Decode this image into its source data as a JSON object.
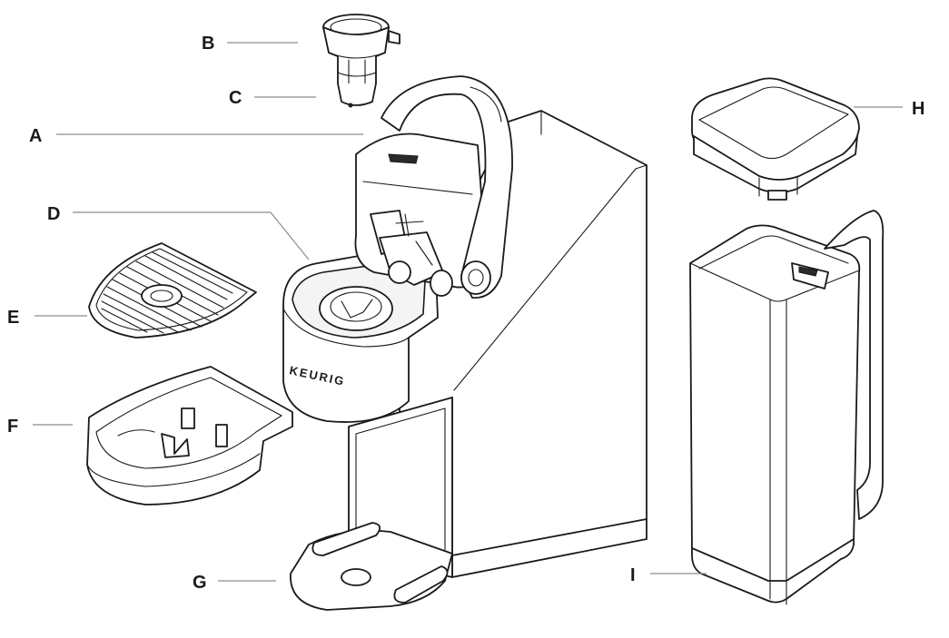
{
  "diagram": {
    "labels": {
      "A": "A",
      "B": "B",
      "C": "C",
      "D": "D",
      "E": "E",
      "F": "F",
      "G": "G",
      "H": "H",
      "I": "I"
    },
    "brand_text": "KEURIG"
  }
}
